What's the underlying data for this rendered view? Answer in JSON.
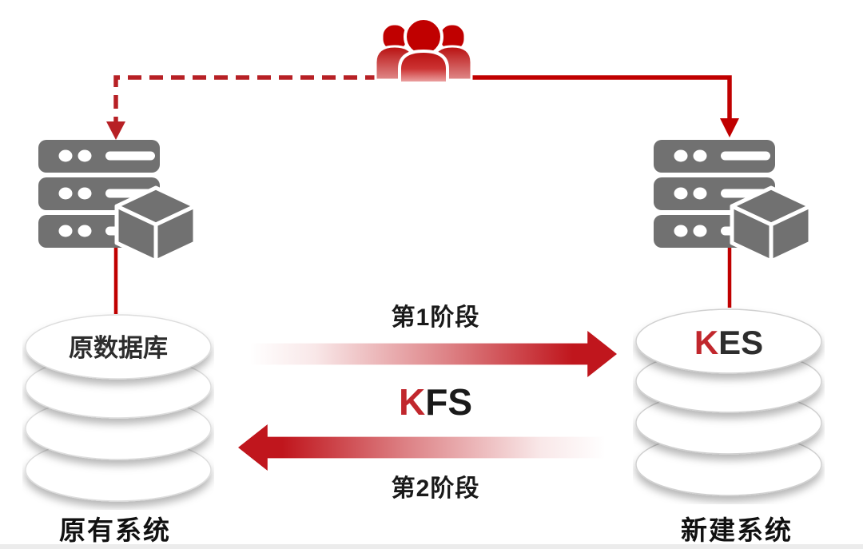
{
  "diagram": {
    "title_hint": "database migration phases diagram",
    "phase1_label": "第1阶段",
    "phase2_label": "第2阶段",
    "kfs": {
      "k": "K",
      "rest": "FS"
    },
    "left": {
      "db_label": "原数据库",
      "system_label": "原有系统"
    },
    "right": {
      "db_k": "K",
      "db_rest": "ES",
      "system_label": "新建系统"
    },
    "icons": {
      "top_center": "users-group-icon",
      "left_system": "server-rack-icon",
      "left_system_overlay": "cube-icon",
      "right_system": "server-rack-icon",
      "right_system_overlay": "cube-icon",
      "left_storage": "database-cylinder-icon",
      "right_storage": "database-cylinder-icon"
    },
    "colors": {
      "line_red": "#c00000",
      "dashed_red": "#b72025",
      "arrow_gradient_red": "#c0161d",
      "kfs_k_red": "#c1272d",
      "server_gray": "#717171",
      "text_dark": "#1a1a1a",
      "cylinder_fill": "#ffffff",
      "cylinder_border": "#d8d8d8"
    },
    "connectors": {
      "users_to_old_system": "dashed-red-arrow-down",
      "users_to_new_system": "solid-red-arrow-down",
      "old_server_to_db": "solid-red-line",
      "new_server_to_db": "solid-red-line",
      "phase1_direction": "left-to-right",
      "phase2_direction": "right-to-left"
    }
  }
}
